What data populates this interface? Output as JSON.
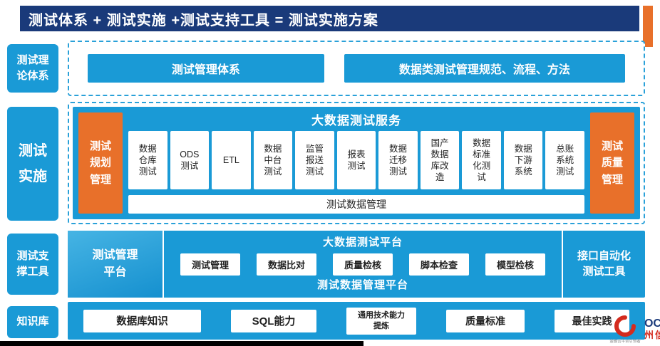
{
  "header": {
    "title": "测试体系 + 测试实施 +测试支持工具 = 测试实施方案"
  },
  "sidebar": {
    "theory": "测试理论体系",
    "implementation": "测试实施",
    "tools": "测试支撑工具",
    "knowledge": "知识库"
  },
  "theory_row": {
    "box1": "测试管理体系",
    "box2": "数据类测试管理规范、流程、方法"
  },
  "impl_row": {
    "left_panel": "测试规划管理",
    "right_panel": "测试质量管理",
    "title": "大数据测试服务",
    "services": [
      "数据仓库测试",
      "ODS测试",
      "ETL",
      "数据中台测试",
      "监管报送测试",
      "报表测试",
      "数据迁移测试",
      "国产数据库改造",
      "数据标准化测试",
      "数据下游系统",
      "总账系统测试"
    ],
    "data_management": "测试数据管理"
  },
  "tools_row": {
    "left_panel": "测试管理平台",
    "title": "大数据测试平台",
    "items": [
      "测试管理",
      "数据比对",
      "质量检核",
      "脚本检查",
      "模型检核"
    ],
    "bottom": "测试数据管理平台",
    "right_panel": "接口自动化测试工具"
  },
  "knowledge_row": {
    "items": [
      "数据库知识",
      "SQL能力",
      "通用技术能力提炼",
      "质量标准",
      "最佳实践"
    ]
  },
  "footer": {
    "logo_en": "OCI",
    "logo_cn": "州信",
    "tagline": "金融云平台引领者"
  },
  "colors": {
    "navy": "#1a3a7a",
    "blue": "#1a9ad6",
    "orange": "#e8702a",
    "box_text": "#222222"
  }
}
